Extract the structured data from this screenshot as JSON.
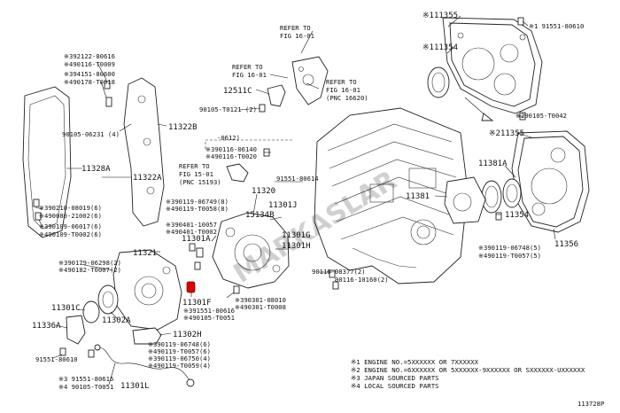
{
  "diagram_id": "113728P",
  "watermark": "MARKASLAR",
  "highlight_color": "#e00000",
  "labels": {
    "l11355": "※111355",
    "l91551_80610": "※1 91551-80610",
    "l11354_top": "※111354",
    "refer_1601a": "REFER TO",
    "refer_1601a_fig": "FIG 16-01",
    "refer_1601b": "REFER TO",
    "refer_1601b_fig": "FIG 16-01",
    "refer_1601c": "REFER TO",
    "refer_1601c_fig": "FIG 16-01",
    "refer_1601c_pnc": "(PNC 16620)",
    "l12511c": "12511C",
    "l90105_t0121": "90105-T0121 (2)",
    "l392122": "※392122-80616",
    "l490116_t0009": "※490116-T0009",
    "l394151": "※394151-80600",
    "l490178": "※490178-T0018",
    "l90105_06231": "90105-06231 (4)",
    "l11322b": "11322B",
    "l0612": "-0612)",
    "l390116_06140": "※390116-06140",
    "l490116_t0020": "※490116-T0020",
    "refer_1501": "REFER TO",
    "refer_1501_fig": "FIG 15-01",
    "refer_1501_pnc": "(PNC 15193)",
    "l11328a": "11328A",
    "l11322a": "11322A",
    "l91551_80614": "91551-80614",
    "l290105_t0042": "※290105-T0042",
    "l211355": "※211355",
    "l11381a": "11381A",
    "l11381": "11381",
    "l11320": "11320",
    "l15134b": "15134B",
    "l11301j": "11301J",
    "l390210": "※390210-08019(6)",
    "l490080": "※490080-21002(6)",
    "l390119_06749": "※390119-06749(8)",
    "l490119_t0058": "※490119-T0058(8)",
    "l390109_06017": "※390109-06017(6)",
    "l490109_t0002": "※490109-T0002(6)",
    "l390401_10057": "※390401-10057",
    "l490401_t0002": "※490401-T0002",
    "l11301a": "11301A",
    "l11301g": "11301G",
    "l11301h": "11301H",
    "l11354_mid": "11354",
    "l11356": "11356",
    "l390119_06748_r": "※390119-06748(5)",
    "l490119_t0057_r": "※490119-T0057(5)",
    "l90116_08377": "90116-08377(2)",
    "l90116_10160": "90116-10160(2)",
    "l390179": "※390179-06298(2)",
    "l490182": "※490182-T0007(2)",
    "l11321": "11321",
    "l11301f": "11301F",
    "l391551_80616": "※391551-80616",
    "l490105_t0051": "※490105-T0051",
    "l390301_08010": "※390301-08010",
    "l490301_t0008": "※490301-T0008",
    "l11301c": "11301C",
    "l11302a": "11302A",
    "l11336a": "11336A",
    "l11302h": "11302H",
    "l390119_06748_b": "※390119-06748(6)",
    "l490119_t0057_b": "※490119-T0057(6)",
    "l390119_06750": "※390119-06750(4)",
    "l490119_t0059": "※490119-T0059(4)",
    "l91551_80610_b": "91551-80610",
    "l3_91551_80616": "※3 91551-80616",
    "l4_90105_t0051": "※4 90105-T0051",
    "l11301l": "11301L"
  },
  "notes": [
    "※1 ENGINE NO.=5XXXXXX OR 7XXXXXX",
    "※2 ENGINE NO.=6XXXXXX OR 5XXXXXX-9XXXXXX OR SXXXXXX-UXXXXXX",
    "※3 JAPAN SOURCED PARTS",
    "※4 LOCAL SOURCED PARTS"
  ]
}
